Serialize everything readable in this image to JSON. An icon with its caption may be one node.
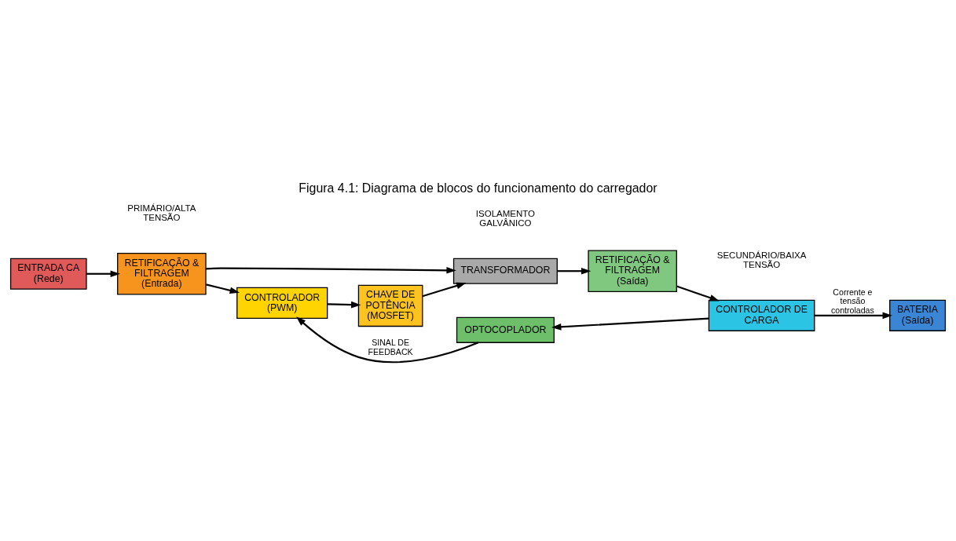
{
  "diagram": {
    "title": "Figura 4.1: Diagrama de blocos do funcionamento do carregador",
    "nodes": [
      {
        "text": [
          "ENTRADA CA (Rede)"
        ]
      },
      {
        "text": [
          "RETIFICAÇÃO & FILTRAGEM (Entrada)"
        ]
      },
      {
        "text": [
          "TRANSFORMADOR"
        ]
      },
      {
        "text": [
          "CONTROLADOR (PWM)"
        ]
      },
      {
        "text": [
          "CHAVE DE POTÊNCIA (MOSFET)"
        ]
      },
      {
        "text": [
          "RETIFICAÇÃO & FILTRAGEM (Saída)"
        ]
      },
      {
        "text": [
          "CONTROLADOR DE CARGA"
        ]
      },
      {
        "text": [
          "BATERIA (Saída)"
        ]
      },
      {
        "text": [
          "OPTOCOPLADOR"
        ]
      }
    ],
    "edges": [
      {
        "from": 0,
        "to": 1,
        "arrow": "to"
      },
      {
        "from": 1,
        "to": 2,
        "arrow": "to"
      },
      {
        "from": 1,
        "to": 3,
        "arrow": "to"
      },
      {
        "from": 3,
        "to": 4,
        "arrow": "to"
      },
      {
        "from": 4,
        "to": 2,
        "arrow": "to"
      },
      {
        "from": 2,
        "to": 5,
        "arrow": "to"
      },
      {
        "from": 5,
        "to": 6,
        "arrow": "to"
      },
      {
        "from": 6,
        "to": 7,
        "arrow": "to",
        "label": "Corrente e tensão controladas"
      },
      {
        "from": 6,
        "to": 8,
        "arrow": "to"
      },
      {
        "from": 8,
        "to": 3,
        "arrow": "to",
        "label": "SINAL DE FEEDBACK"
      }
    ],
    "labels": [
      "ISOLAMENTO GALVÂNICO",
      "PRIMÁRIO/ALTA TENSÃO",
      "SECUNDÁRIO/BAIXA TENSÃO"
    ]
  }
}
